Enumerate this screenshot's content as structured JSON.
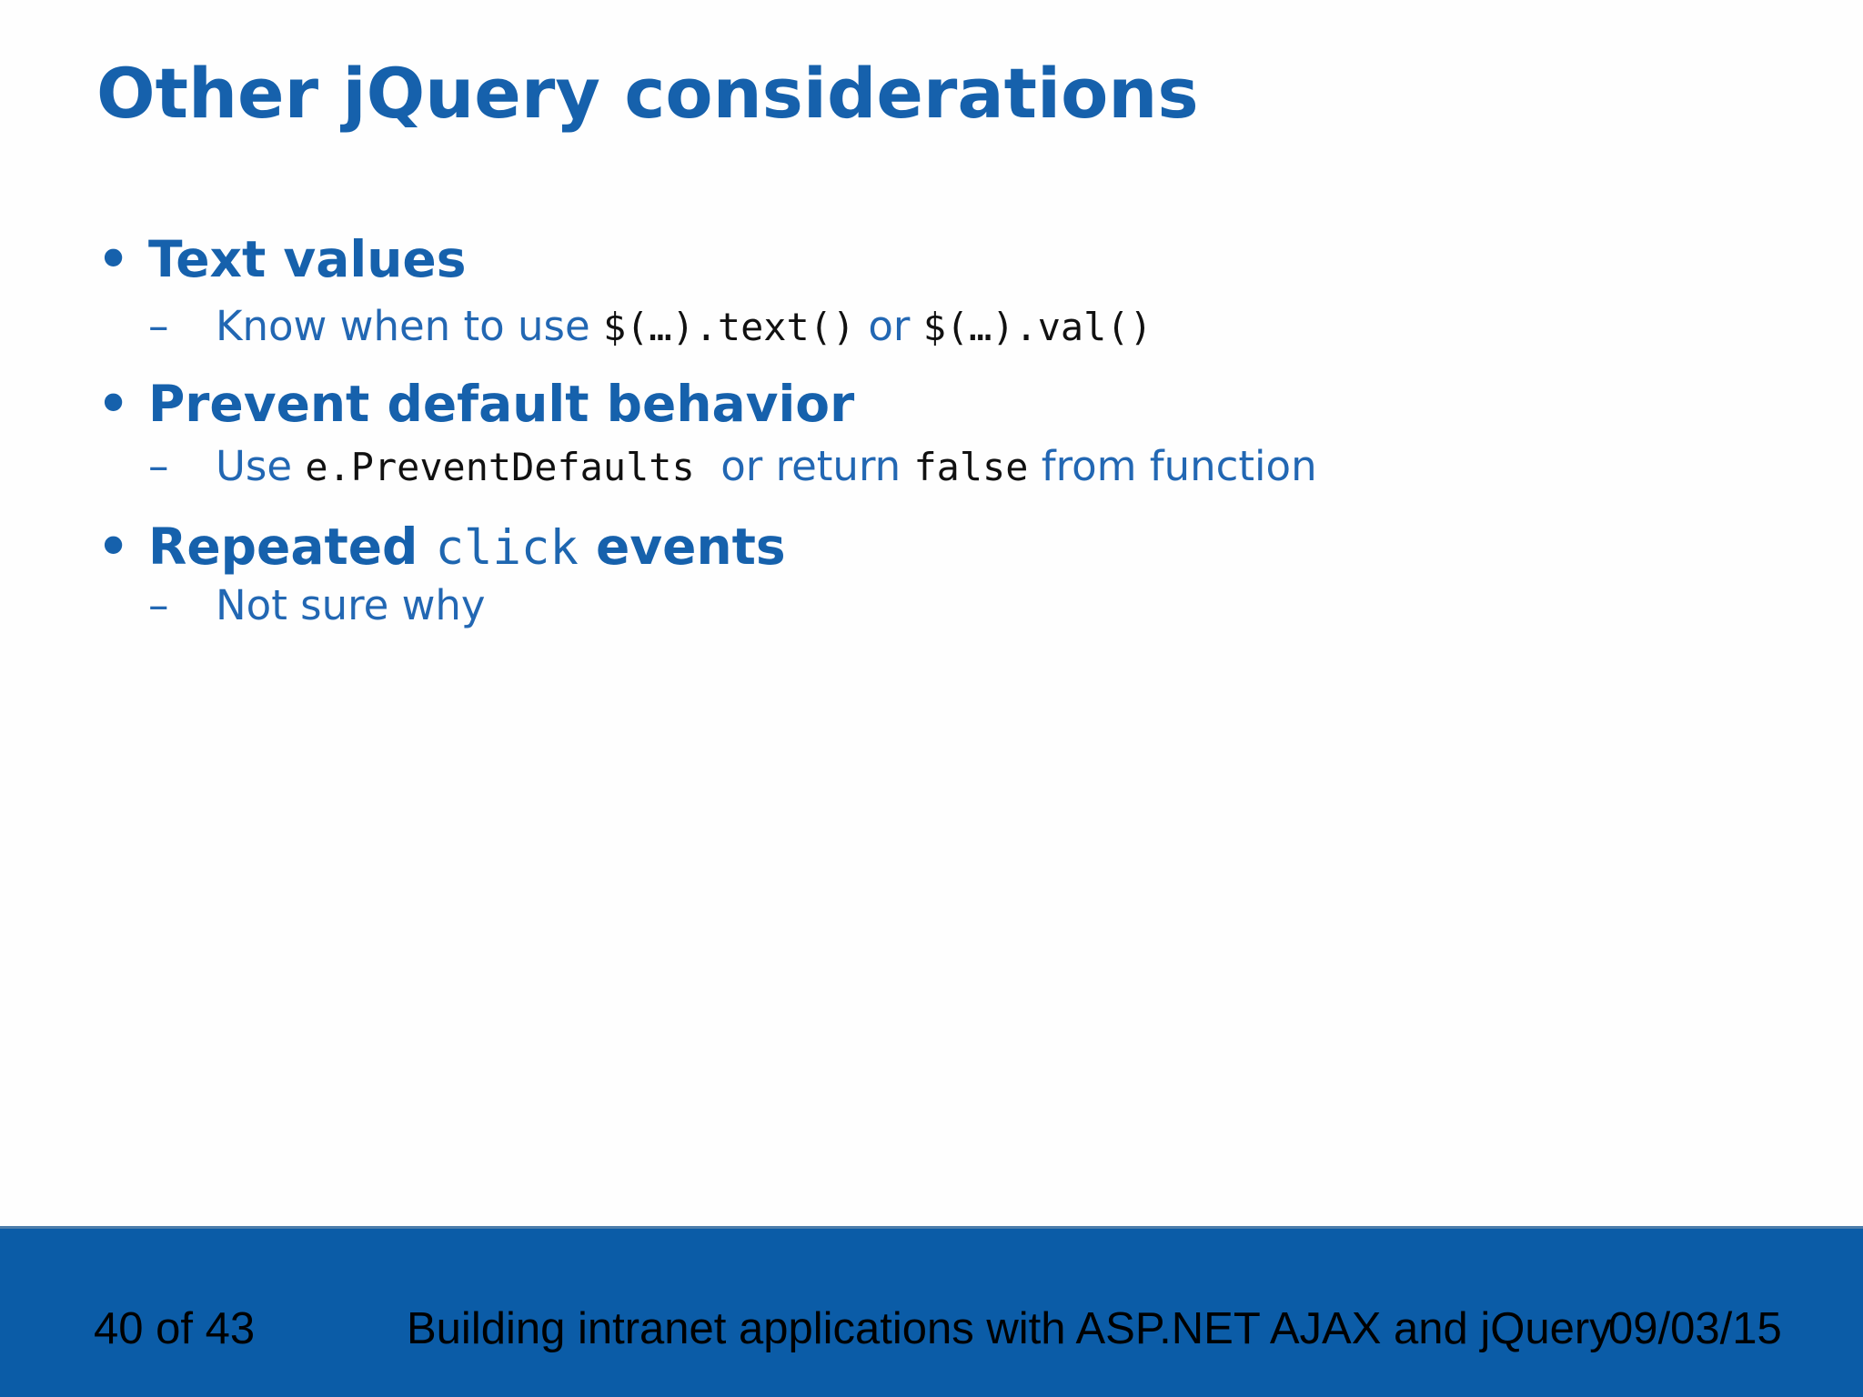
{
  "slide": {
    "title": "Other jQuery considerations",
    "markers": {
      "level1": "•",
      "level2": "–"
    },
    "bullets": {
      "b1": {
        "label": "Text values"
      },
      "s1": {
        "seg1": "Know when to use ",
        "code1": "$(…).text()",
        "seg2": " or ",
        "code2": "$(…).val()"
      },
      "b2": {
        "label": "Prevent default behavior"
      },
      "s2": {
        "seg1": "Use ",
        "code1": "e.PreventDefaults",
        "seg2": "  or return ",
        "code2": "false",
        "seg3": " from function"
      },
      "b3": {
        "seg1": "Repeated ",
        "code1": "click",
        "seg2": " events"
      },
      "s3": {
        "label": "Not sure why"
      }
    }
  },
  "footer": {
    "page_indicator": "40 of 43",
    "deck_title": "Building intranet applications with ASP.NET AJAX and jQuery",
    "date": "09/03/15"
  },
  "colors": {
    "title_blue": "#1661AC",
    "body_blue": "#2267B3",
    "code_black": "#111111",
    "footer_bar_blue": "#0B5CA7",
    "footer_text": "#000000"
  }
}
